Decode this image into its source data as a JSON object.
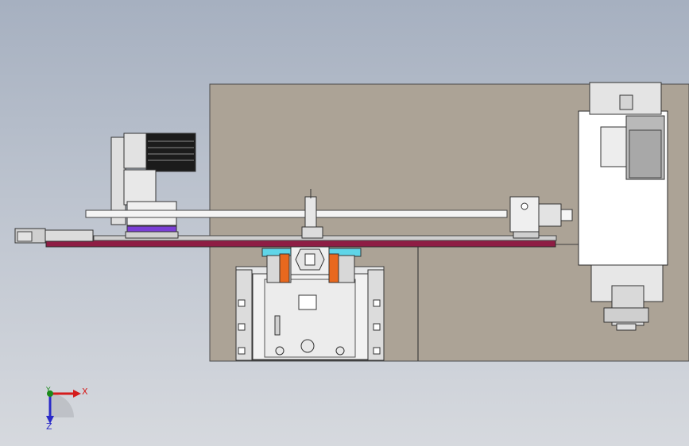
{
  "viewport": {
    "background_top": "#a6b0c0",
    "background_bottom": "#d6d9de"
  },
  "model": {
    "base_plate_color": "#aca396",
    "rail_color": "#8e1d44",
    "motor_color": "#d9dadb",
    "accent_orange": "#e8681e",
    "accent_cyan": "#5fd5e8",
    "accent_purple": "#7b3fd6"
  },
  "triad": {
    "x_label": "X",
    "y_label": "Y",
    "z_label": "Z",
    "x_color": "#d41c1c",
    "y_color": "#1b8a1b",
    "z_color": "#2a2ac8"
  }
}
